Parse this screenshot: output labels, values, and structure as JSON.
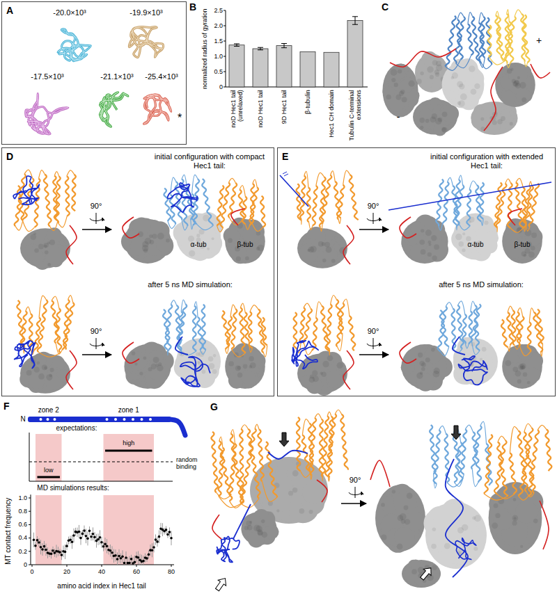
{
  "diagram": {
    "nodes": [
      {
        "text": [
          "A"
        ]
      },
      {
        "text": [
          "D",
          "initial configuration with compact Hec1 tail:",
          "after 5 ns MD simulation:"
        ]
      },
      {
        "text": [
          "E",
          "initial configuration with extended Hec1 tail:",
          "after 5 ns MD simulation:"
        ]
      }
    ],
    "labels": [
      "-20.0×10³",
      "-19.9×10³",
      "-17.5×10³",
      "-21.1×10³",
      "-25.4×10³",
      "*",
      "B",
      "normalized radius of gyration",
      "0",
      "0.5",
      "1.0",
      "1.5",
      "2.0",
      "2.5",
      "noD Hec1 tail (unrelaxed)",
      "noD Hec1 tail",
      "9D Hec1 tail",
      "β-tubulin",
      "Hec1 CH domain",
      "Tubulin C-terminal extensions",
      "C",
      "+",
      "-",
      "90°",
      "α-tub",
      "β-tub",
      "90°",
      "90°",
      "α-tub",
      "β-tub",
      "90°",
      "F",
      "zone 2",
      "zone 1",
      "N",
      "expectations:",
      "high",
      "low",
      "random binding",
      "MT contact frequency",
      "MD simulations results:",
      "0",
      "0.2",
      "0.4",
      "0.6",
      "0.8",
      "1.0",
      "0",
      "20",
      "40",
      "60",
      "80",
      "amino acid index in Hec1 tail",
      "G",
      "90°"
    ]
  }
}
